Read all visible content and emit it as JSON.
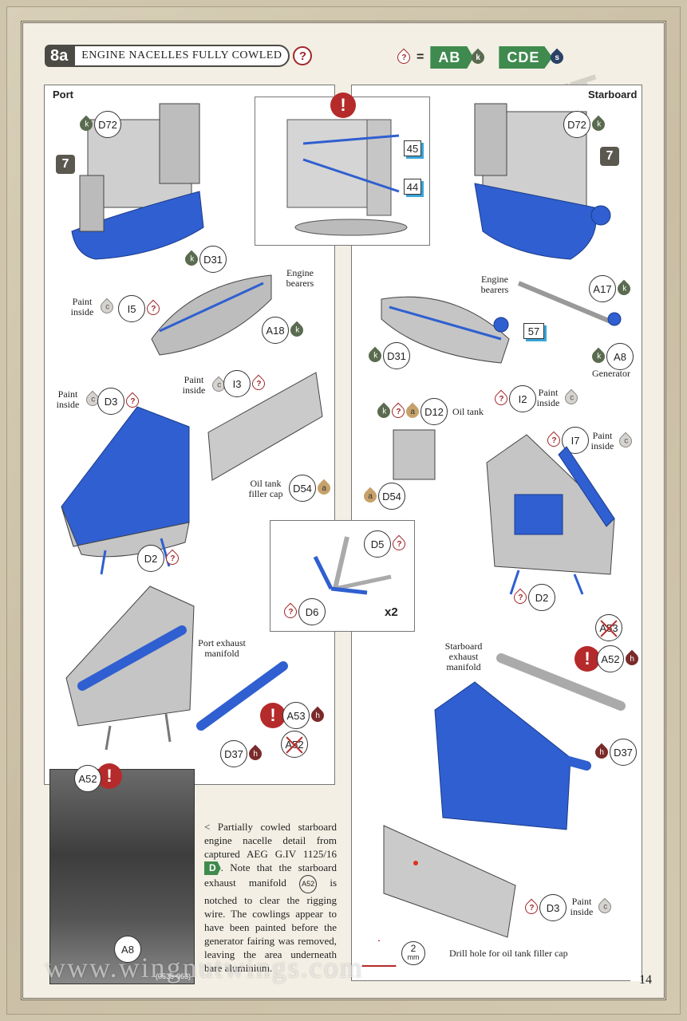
{
  "header": {
    "step_number": "8a",
    "title": "ENGINE NACELLES FULLY COWLED",
    "qmark": "?"
  },
  "legend": {
    "qmark": "?",
    "equals": "=",
    "codes": [
      {
        "label": "AB",
        "paint": "k"
      },
      {
        "label": "CDE",
        "paint": "s"
      }
    ]
  },
  "panels": {
    "port_label": "Port",
    "starboard_label": "Starboard"
  },
  "port": {
    "d72": "D72",
    "d72_paint": "k",
    "step_ref": "7",
    "d31": "D31",
    "d31_paint": "k",
    "engine_bearers": "Engine bearers",
    "paint_inside_1": "Paint inside",
    "paint_inside_1_code": "c",
    "i5": "I5",
    "a18": "A18",
    "a18_paint": "k",
    "paint_inside_2": "Paint inside",
    "paint_inside_2_code": "c",
    "d3": "D3",
    "paint_inside_3": "Paint inside",
    "paint_inside_3_code": "c",
    "i3": "I3",
    "oil_tank_filler": "Oil tank filler cap",
    "d54": "D54",
    "d54_paint": "a",
    "d2": "D2",
    "port_exhaust": "Port exhaust manifold",
    "a53": "A53",
    "a53_paint": "h",
    "a52_crossed": "A52",
    "d37": "D37",
    "d37_paint": "h"
  },
  "center": {
    "warn": "!",
    "ref45": "45",
    "ref44": "44",
    "d5": "D5",
    "d6": "D6",
    "multiplier": "x2"
  },
  "starboard": {
    "d72": "D72",
    "d72_paint": "k",
    "step_ref": "7",
    "engine_bearers": "Engine bearers",
    "a17": "A17",
    "a17_paint": "k",
    "ref57": "57",
    "a8": "A8",
    "a8_paint": "k",
    "generator": "Generator",
    "d31": "D31",
    "d31_paint": "k",
    "i2": "I2",
    "paint_inside_1": "Paint inside",
    "paint_inside_1_code": "c",
    "d12": "D12",
    "d12_paints": [
      "k",
      "?",
      "a"
    ],
    "oil_tank": "Oil tank",
    "i7": "I7",
    "paint_inside_2": "Paint inside",
    "paint_inside_2_code": "c",
    "d54": "D54",
    "d54_paint": "a",
    "d2": "D2",
    "a53_crossed": "A53",
    "starboard_exhaust": "Starboard exhaust manifold",
    "a52": "A52",
    "a52_paint": "h",
    "d37": "D37",
    "d37_paint": "h",
    "d3": "D3",
    "paint_inside_3": "Paint inside",
    "paint_inside_3_code": "c",
    "drill_size": "2",
    "drill_unit": "mm",
    "drill_note": "Drill hole for oil tank filler cap"
  },
  "photo": {
    "a52": "A52",
    "a8": "A8",
    "photo_ref": "(0535-063)",
    "caption_1": "< Partially cowled starboard engine nacelle detail from captured AEG G.IV 1125/16",
    "caption_d": "D",
    "caption_2": ". Note that the starboard exhaust manifold",
    "caption_part": "A52",
    "caption_3": "is notched to clear the rigging wire. The cowlings appear to have been painted before the generator fairing was removed, leaving the area underneath bare aluminium."
  },
  "footer": {
    "watermark": "www.wingnutwings.com",
    "page_number": "14"
  },
  "colors": {
    "part_blue": "#2f5fd0",
    "warn_red": "#b52a2a",
    "code_green": "#3f8a4e",
    "ref_blue": "#3aa5d8"
  }
}
